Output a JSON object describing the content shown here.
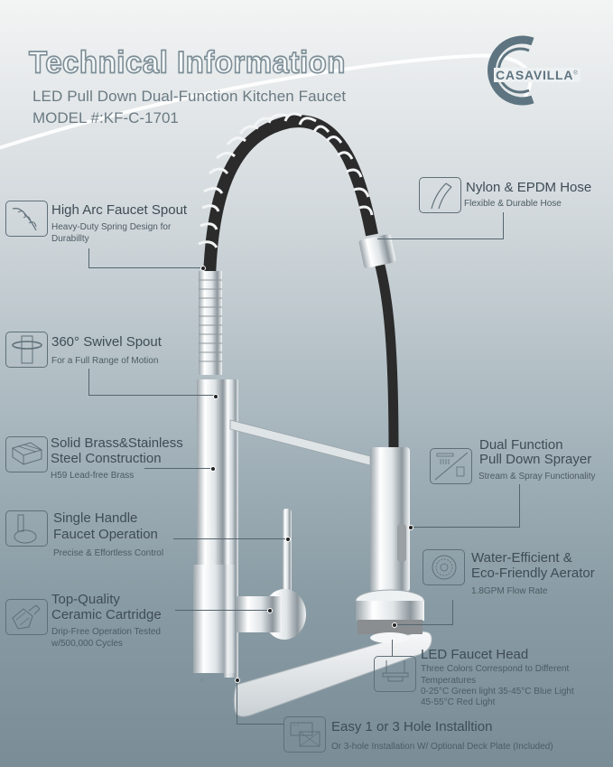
{
  "header": {
    "title": "Technical Information",
    "subtitle": "LED Pull Down Dual-Function Kitchen Faucet",
    "model": "MODEL #:KF-C-1701"
  },
  "brand": {
    "name": "CASAVILLA",
    "registered_mark": "®",
    "color": "#5e7581"
  },
  "colors": {
    "background_top": "#f3f4f4",
    "background_bottom": "#7a8d97",
    "text": "#3e4c55",
    "title_outline": "#7d8e97",
    "hose": "#2a2a2a",
    "chrome": "#e8ecee"
  },
  "features": [
    {
      "id": "high-arc-spout",
      "icon": "spring-spout-icon",
      "title": "High Arc Faucet Spout",
      "desc_lines": [
        "Heavy-Duty Spring Design for",
        "Durabillty"
      ]
    },
    {
      "id": "hose",
      "icon": "hose-icon",
      "title": "Nylon & EPDM Hose",
      "desc_lines": [
        "Flexible & Durable Hose"
      ]
    },
    {
      "id": "swivel",
      "icon": "swivel-icon",
      "title": "360° Swivel Spout",
      "desc_lines": [
        "For a Full Range of Motion"
      ]
    },
    {
      "id": "construction",
      "icon": "brass-bars-icon",
      "title_lines": [
        "Solid Brass&Stainless",
        "Steel Construction"
      ],
      "desc_lines": [
        "H59 Lead-free Brass"
      ]
    },
    {
      "id": "sprayer",
      "icon": "sprayer-icon",
      "title_lines": [
        "Dual Function",
        "Pull Down Sprayer"
      ],
      "desc_lines": [
        "Stream & Spray Functionality"
      ]
    },
    {
      "id": "handle",
      "icon": "handle-icon",
      "title_lines": [
        "Single Handle",
        "Faucet Operation"
      ],
      "desc_lines": [
        "Precise & Effortless Control"
      ]
    },
    {
      "id": "aerator",
      "icon": "aerator-icon",
      "title_lines": [
        "Water-Efficient &",
        "Eco-Friendly Aerator"
      ],
      "desc_lines": [
        "1.8GPM Flow Rate"
      ]
    },
    {
      "id": "cartridge",
      "icon": "cartridge-icon",
      "title_lines": [
        "Top-Quality",
        "Ceramic Cartridge"
      ],
      "desc_lines": [
        "Drip-Free Operation Tested",
        "w/500,000 Cycles"
      ]
    },
    {
      "id": "led-head",
      "icon": "led-head-icon",
      "title": "LED Faucet Head",
      "desc_lines": [
        "Three Colors Correspond to Different",
        "Temperatures",
        "0-25°C Green  light 35-45°C Blue Light",
        "45-55°C Red Light"
      ]
    },
    {
      "id": "installation",
      "icon": "sink-install-icon",
      "title": "Easy 1 or 3 Hole Installtion",
      "desc_lines": [
        "Or 3-hole Installation W/ Optional Deck Plate (Included)"
      ]
    }
  ]
}
